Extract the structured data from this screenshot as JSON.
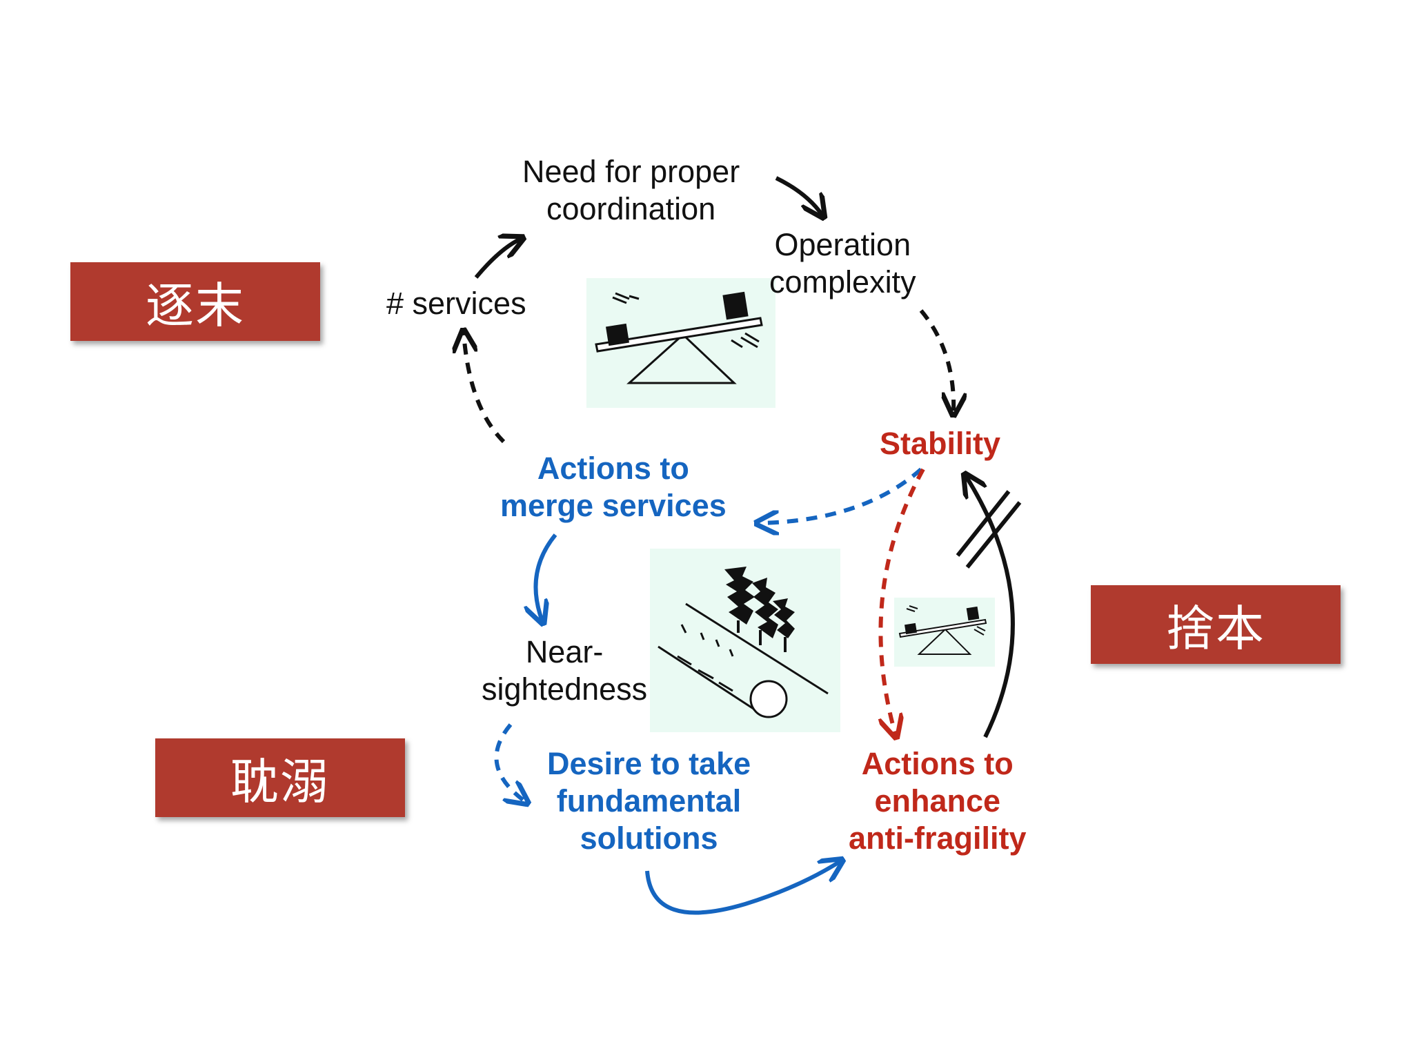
{
  "tags": {
    "top_left": "逐末",
    "bottom_left": "耽溺",
    "right": "捨本"
  },
  "nodes": {
    "services": "# services",
    "need_line1": "Need for proper",
    "need_line2": "coordination",
    "op_line1": "Operation",
    "op_line2": "complexity",
    "stability": "Stability",
    "merge_line1": "Actions to",
    "merge_line2": "merge services",
    "near_line1": "Near-",
    "near_line2": "sightedness",
    "desire_line1": "Desire to take",
    "desire_line2": "fundamental",
    "desire_line3": "solutions",
    "enhance_line1": "Actions to",
    "enhance_line2": "enhance",
    "enhance_line3": "anti-fragility"
  },
  "colors": {
    "tag_bg": "#b03a2e",
    "blue": "#1565c0",
    "red": "#c0281a",
    "black": "#111111",
    "picture_bg": "#eafaf3"
  }
}
